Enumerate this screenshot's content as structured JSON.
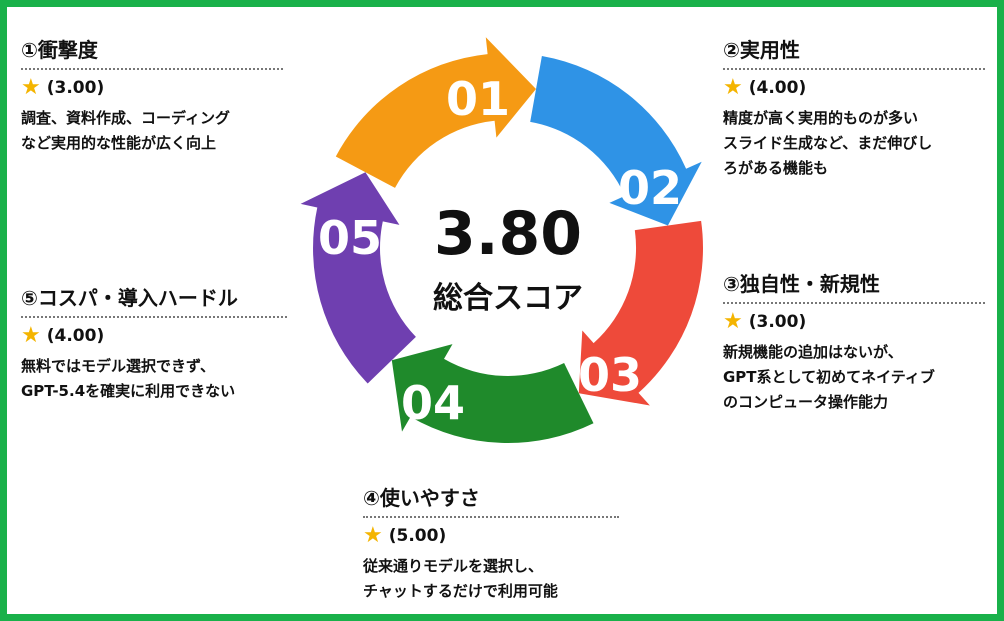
{
  "center": {
    "score": "3.80",
    "label": "総合スコア"
  },
  "segments": [
    {
      "number": "01",
      "color": "#f59a14"
    },
    {
      "number": "02",
      "color": "#2f93e6"
    },
    {
      "number": "03",
      "color": "#ee4a3a"
    },
    {
      "number": "04",
      "color": "#1f8a2b"
    },
    {
      "number": "05",
      "color": "#6f3fb0"
    }
  ],
  "criteria": [
    {
      "title": "①衝撃度",
      "rating": "(3.00)",
      "description": "調査、資料作成、コーディング\nなど実用的な性能が広く向上"
    },
    {
      "title": "②実用性",
      "rating": "(4.00)",
      "description": "精度が高く実用的ものが多い\nスライド生成など、まだ伸びし\nろがある機能も"
    },
    {
      "title": "③独自性・新規性",
      "rating": "(3.00)",
      "description": "新規機能の追加はないが、\nGPT系として初めてネイティブ\nのコンピュータ操作能力"
    },
    {
      "title": "④使いやすさ",
      "rating": "(5.00)",
      "description": "従来通りモデルを選択し、\nチャットするだけで利用可能"
    },
    {
      "title": "⑤コスパ・導入ハードル",
      "rating": "(4.00)",
      "description": "無料ではモデル選択できず、\nGPT-5.4を確実に利用できない"
    }
  ],
  "colors": {
    "border": "#19b14a",
    "star": "#f4b400"
  },
  "icons": {
    "rating": "star-icon"
  }
}
